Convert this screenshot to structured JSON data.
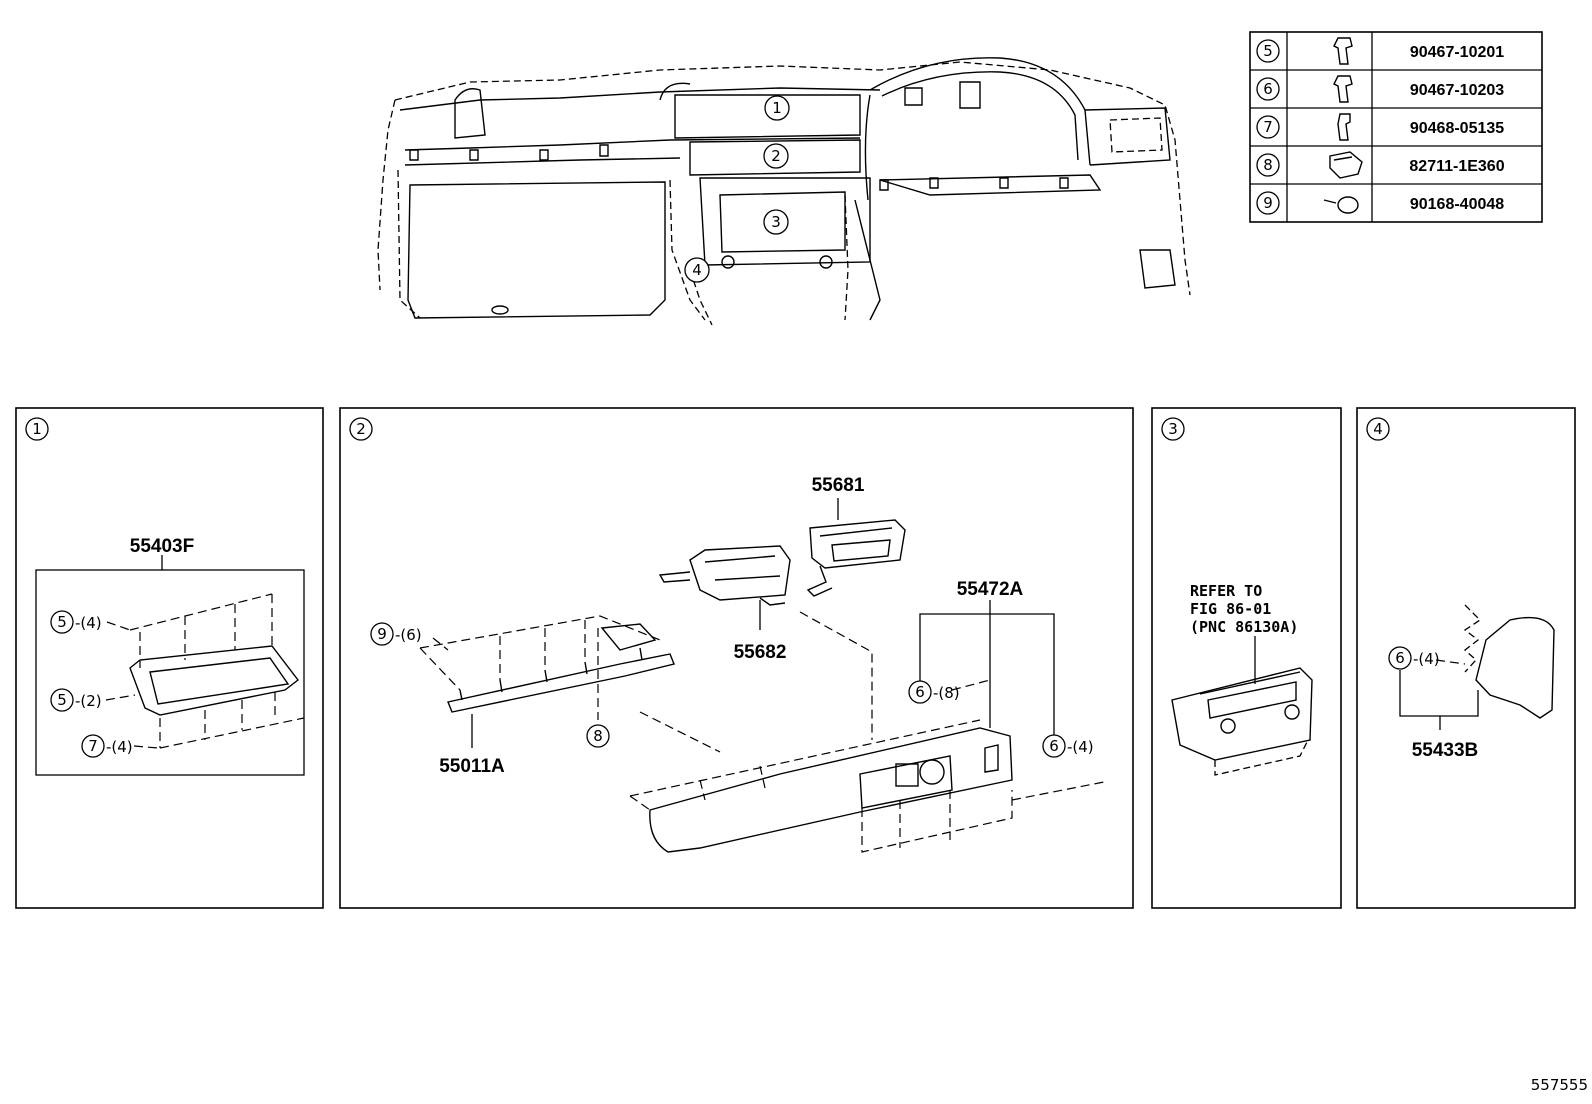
{
  "diagram_id": "557555",
  "fastener_table": [
    {
      "ref": "5",
      "part_number": "90467-10201"
    },
    {
      "ref": "6",
      "part_number": "90467-10203"
    },
    {
      "ref": "7",
      "part_number": "90468-05135"
    },
    {
      "ref": "8",
      "part_number": "82711-1E360"
    },
    {
      "ref": "9",
      "part_number": "90168-40048"
    }
  ],
  "overview_callouts": [
    "1",
    "2",
    "3",
    "4"
  ],
  "panel1": {
    "ref": "1",
    "part": "55403F",
    "callouts": [
      {
        "ref": "5",
        "qty": "-(4)"
      },
      {
        "ref": "5",
        "qty": "-(2)"
      },
      {
        "ref": "7",
        "qty": "-(4)"
      }
    ]
  },
  "panel2": {
    "ref": "2",
    "parts": [
      "55681",
      "55682",
      "55472A",
      "55011A"
    ],
    "callouts": [
      {
        "ref": "9",
        "qty": "-(6)"
      },
      {
        "ref": "6",
        "qty": "-(8)"
      },
      {
        "ref": "6",
        "qty": "-(4)"
      },
      {
        "ref": "8",
        "qty": ""
      }
    ]
  },
  "panel3": {
    "ref": "3",
    "refer_lines": [
      "REFER TO",
      "FIG 86-01",
      "(PNC 86130A)"
    ]
  },
  "panel4": {
    "ref": "4",
    "part": "55433B",
    "callouts": [
      {
        "ref": "6",
        "qty": "-(4)"
      }
    ]
  }
}
